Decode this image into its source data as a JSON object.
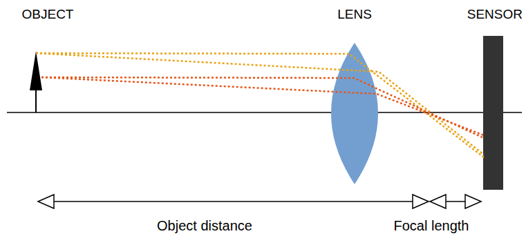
{
  "diagram": {
    "labels": [
      "OBJECT",
      "LENS",
      "SENSOR",
      "Object distance",
      "Focal length"
    ]
  }
}
